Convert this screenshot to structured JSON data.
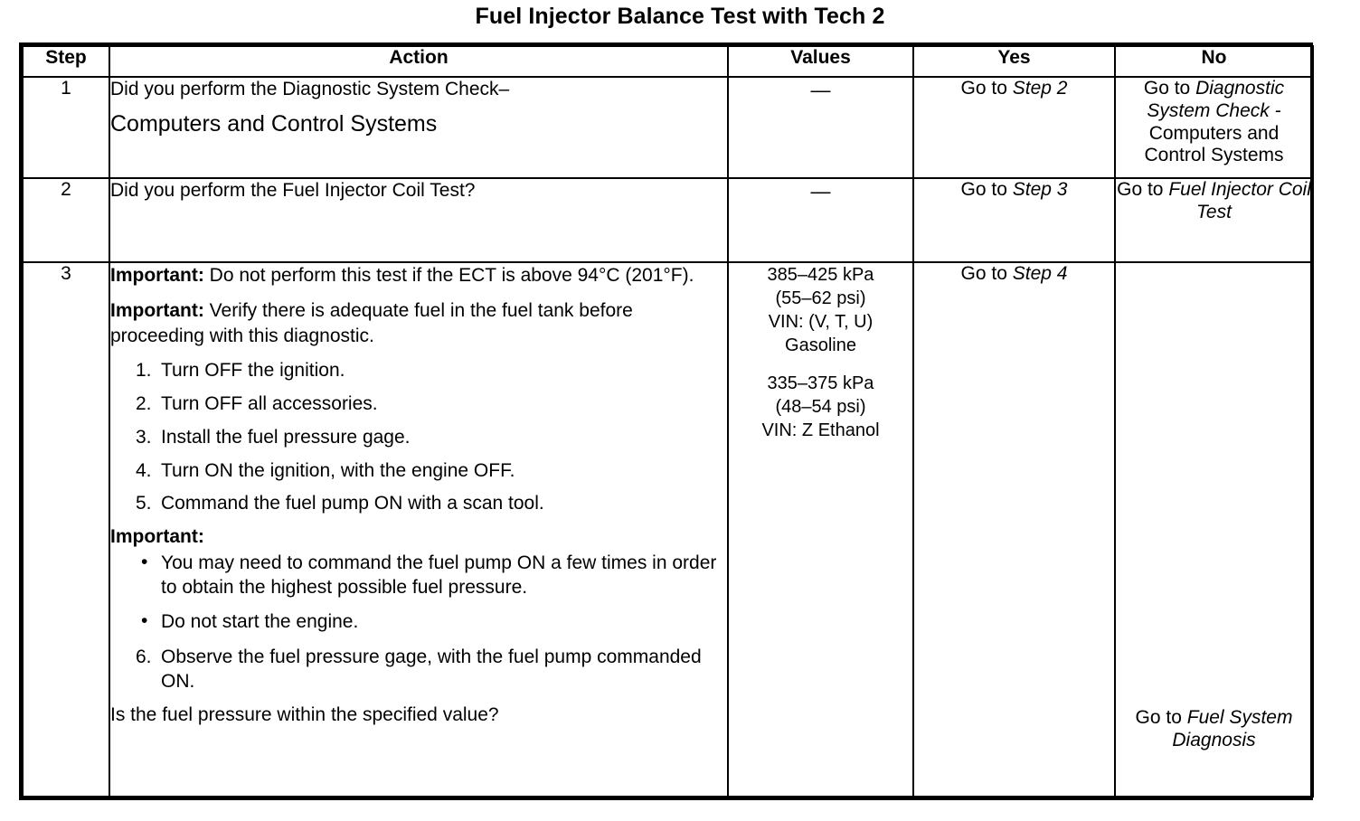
{
  "title": "Fuel Injector Balance Test with Tech 2",
  "table": {
    "headers": {
      "step": "Step",
      "action": "Action",
      "values": "Values",
      "yes": "Yes",
      "no": "No"
    },
    "rows": [
      {
        "step": "1",
        "action_line1": "Did you perform the Diagnostic System Check–",
        "action_line2": "Computers and Control Systems",
        "values": "—",
        "yes_prefix": "Go to ",
        "yes_italic": "Step 2",
        "no_prefix": "Go to ",
        "no_italic": "Diagnostic System Check -",
        "no_suffix": "Computers and Control Systems"
      },
      {
        "step": "2",
        "action_line1": "Did you perform the Fuel Injector Coil Test?",
        "values": "—",
        "yes_prefix": "Go to ",
        "yes_italic": "Step 3",
        "no_prefix": "Go to ",
        "no_italic": "Fuel Injector Coil Test"
      },
      {
        "step": "3",
        "important_1_label": "Important:",
        "important_1_text": " Do not perform this test if the ECT is above 94°C (201°F).",
        "important_2_label": "Important:",
        "important_2_text": " Verify there is adequate fuel in the fuel tank before proceeding with this diagnostic.",
        "steps_a": [
          {
            "num": "1.",
            "text": "Turn OFF the ignition."
          },
          {
            "num": "2.",
            "text": "Turn OFF all accessories."
          },
          {
            "num": "3.",
            "text": "Install the fuel pressure gage."
          },
          {
            "num": "4.",
            "text": "Turn ON the ignition, with the engine OFF."
          },
          {
            "num": "5.",
            "text": "Command the fuel pump ON with a scan tool."
          }
        ],
        "important_3_label": "Important:",
        "bullets": [
          "You may need to command the fuel pump ON a few times in order to obtain the highest possible fuel pressure.",
          "Do not start the engine."
        ],
        "step_6_num": "6.",
        "step_6_text": "Observe the fuel pressure gage, with the fuel pump commanded ON.",
        "question": "Is the fuel pressure within the specified value?",
        "values_group_1": [
          "385–425 kPa",
          "(55–62 psi)",
          "VIN: (V, T, U)",
          "Gasoline"
        ],
        "values_group_2": [
          "335–375 kPa",
          "(48–54 psi)",
          "VIN: Z Ethanol"
        ],
        "yes_prefix": "Go to ",
        "yes_italic": "Step 4",
        "no_prefix": "Go to ",
        "no_italic": "Fuel System Diagnosis"
      }
    ]
  }
}
